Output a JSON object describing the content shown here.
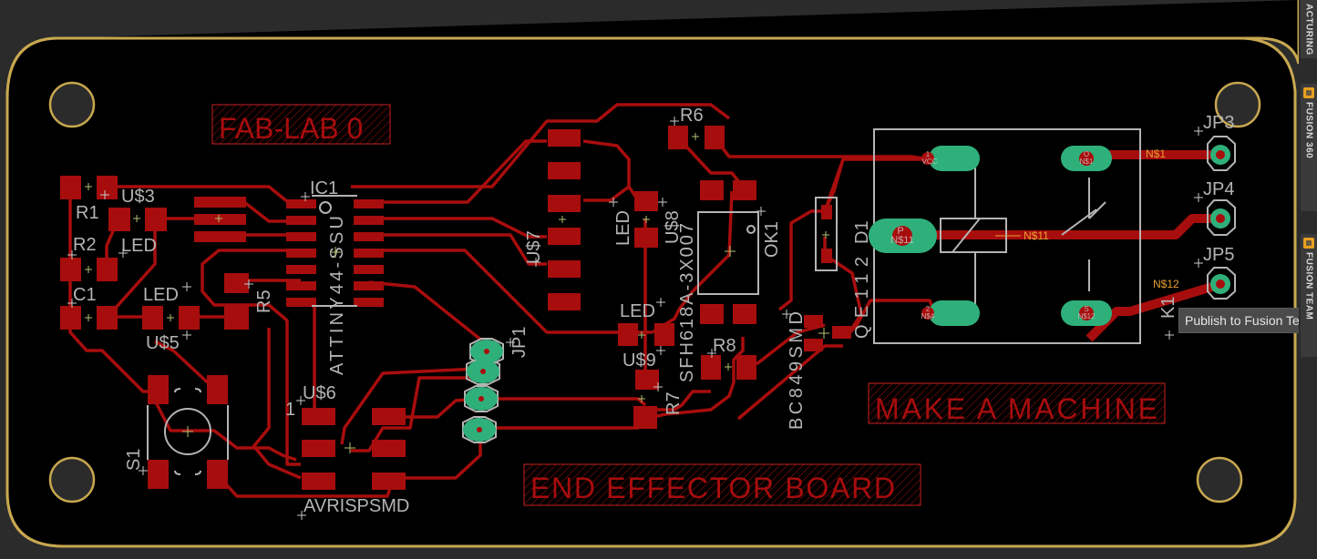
{
  "app": {
    "view": "PCB board layout editor"
  },
  "colors": {
    "background": "#2b2b2b",
    "board": "#000000",
    "outline": "#c8a850",
    "copper": "#a80d0d",
    "silkscreen": "#b4b4b4",
    "pad_thru": "#2fb07a",
    "net_label": "#e8a030",
    "origin_cross": "#b0c070"
  },
  "side_panel": {
    "tabs": [
      {
        "label": "ACTURING",
        "icon": "manufacturing-icon"
      },
      {
        "label": "FUSION 360",
        "icon": "fusion-360-icon"
      },
      {
        "label": "FUSION TEAM",
        "icon": "fusion-team-icon"
      }
    ]
  },
  "tooltip": {
    "text": "Publish to Fusion Team"
  },
  "board": {
    "text_labels": [
      {
        "id": "fab-lab",
        "text": "FAB-LAB 0"
      },
      {
        "id": "make-a-machine",
        "text": "MAKE A MACHINE"
      },
      {
        "id": "end-effector-board",
        "text": "END EFFECTOR BOARD"
      }
    ],
    "component_labels": {
      "r1": "R1",
      "r2": "R2",
      "c1": "C1",
      "us3": "U$3",
      "led_a": "LED",
      "led_b": "LED",
      "us5": "U$5",
      "r5": "R5",
      "ic1": "IC1",
      "attiny": "ATTINY44-SSU",
      "jp1": "JP1",
      "us6": "U$6",
      "pin1": "1",
      "s1": "S1",
      "avrisp": "AVRISPSMD",
      "us7": "U$7",
      "led_c": "LED",
      "us8": "U$8",
      "r6": "R6",
      "sfh": "SFH618A-3X007",
      "ok1": "OK1",
      "led_d": "LED",
      "us9": "U$9",
      "r7": "R7",
      "r8": "R8",
      "bc849": "BC849SMD",
      "d1": "D1",
      "qe": "QE112",
      "k1": "K1",
      "jp3": "JP3",
      "jp4": "JP4",
      "jp5": "JP5"
    },
    "relay_pads": {
      "vcc_num": "1",
      "vcc_name": "VCC",
      "p_num": "P",
      "p_name": "N$11",
      "n4_num": "2",
      "n4_name": "N$4",
      "o_num": "O",
      "o_name": "N$1",
      "s_num": "S",
      "s_name": "N$12"
    },
    "net_labels": {
      "n1": "N$1",
      "n11": "N$11",
      "n12": "N$12"
    }
  }
}
